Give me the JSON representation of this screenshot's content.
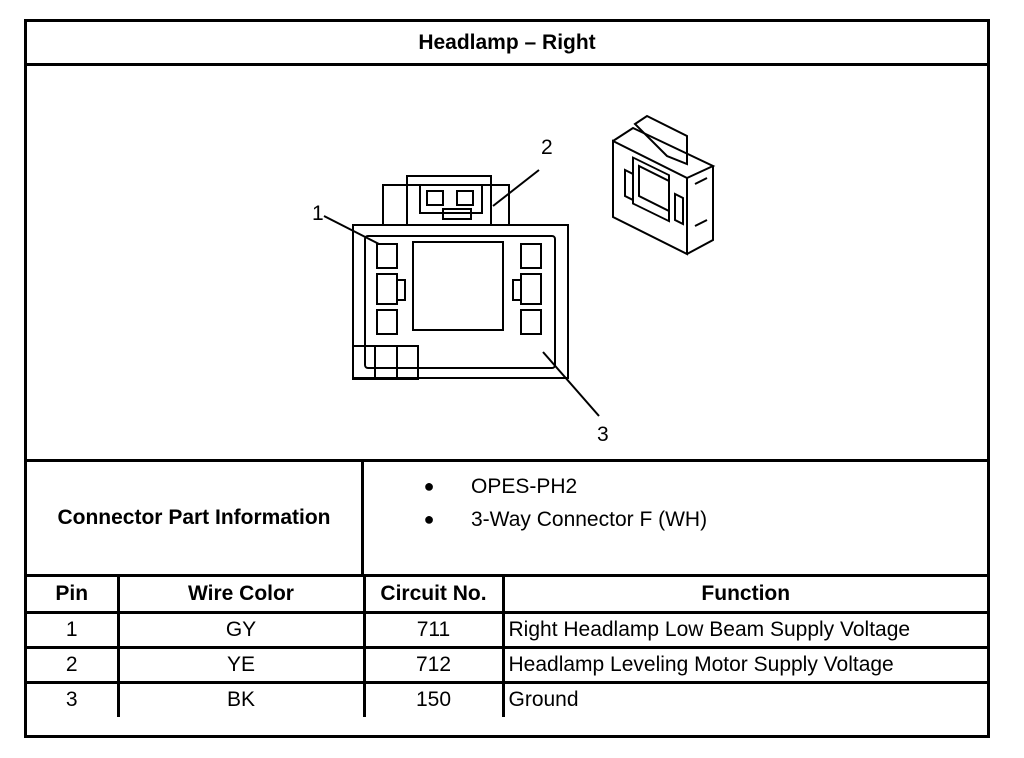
{
  "title": "Headlamp – Right",
  "callouts": [
    "1",
    "2",
    "3"
  ],
  "connector_info": {
    "label": "Connector Part Information",
    "items": [
      "OPES-PH2",
      "3-Way Connector F (WH)"
    ]
  },
  "table": {
    "headers": [
      "Pin",
      "Wire Color",
      "Circuit No.",
      "Function"
    ],
    "rows": [
      [
        "1",
        "GY",
        "711",
        "Right Headlamp Low Beam Supply Voltage"
      ],
      [
        "2",
        "YE",
        "712",
        "Headlamp Leveling Motor Supply Voltage"
      ],
      [
        "3",
        "BK",
        "150",
        "Ground"
      ]
    ]
  }
}
